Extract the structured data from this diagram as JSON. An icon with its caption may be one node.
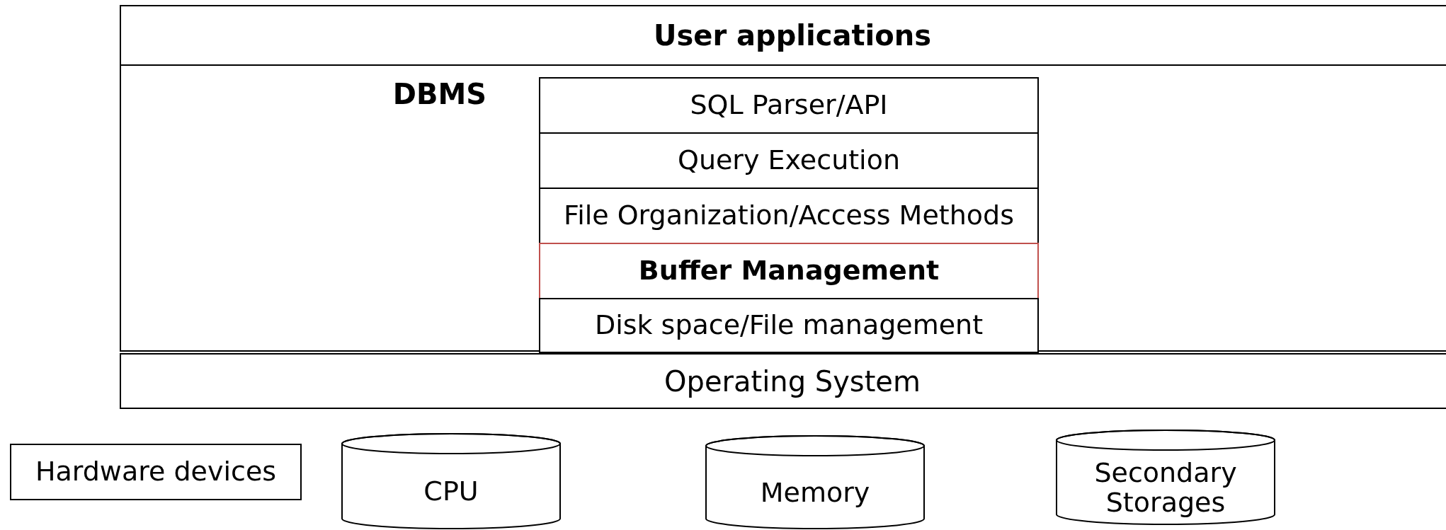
{
  "diagram": {
    "nodes": [
      {
        "text": [
          "User applications"
        ]
      },
      {
        "text": [
          "DBMS"
        ]
      },
      {
        "text": [
          "SQL Parser/API"
        ],
        "in": 1
      },
      {
        "text": [
          "Query Execution"
        ],
        "in": 1
      },
      {
        "text": [
          "File Organization/Access Methods"
        ],
        "in": 1
      },
      {
        "text": [
          "Buffer Management"
        ],
        "in": 1
      },
      {
        "text": [
          "Disk space/File management"
        ],
        "in": 1
      },
      {
        "text": [
          "Operating System"
        ]
      },
      {
        "text": [
          "Hardware devices"
        ]
      },
      {
        "text": [
          "CPU"
        ]
      },
      {
        "text": [
          "Memory"
        ]
      },
      {
        "text": [
          "Secondary Storages"
        ]
      }
    ]
  }
}
